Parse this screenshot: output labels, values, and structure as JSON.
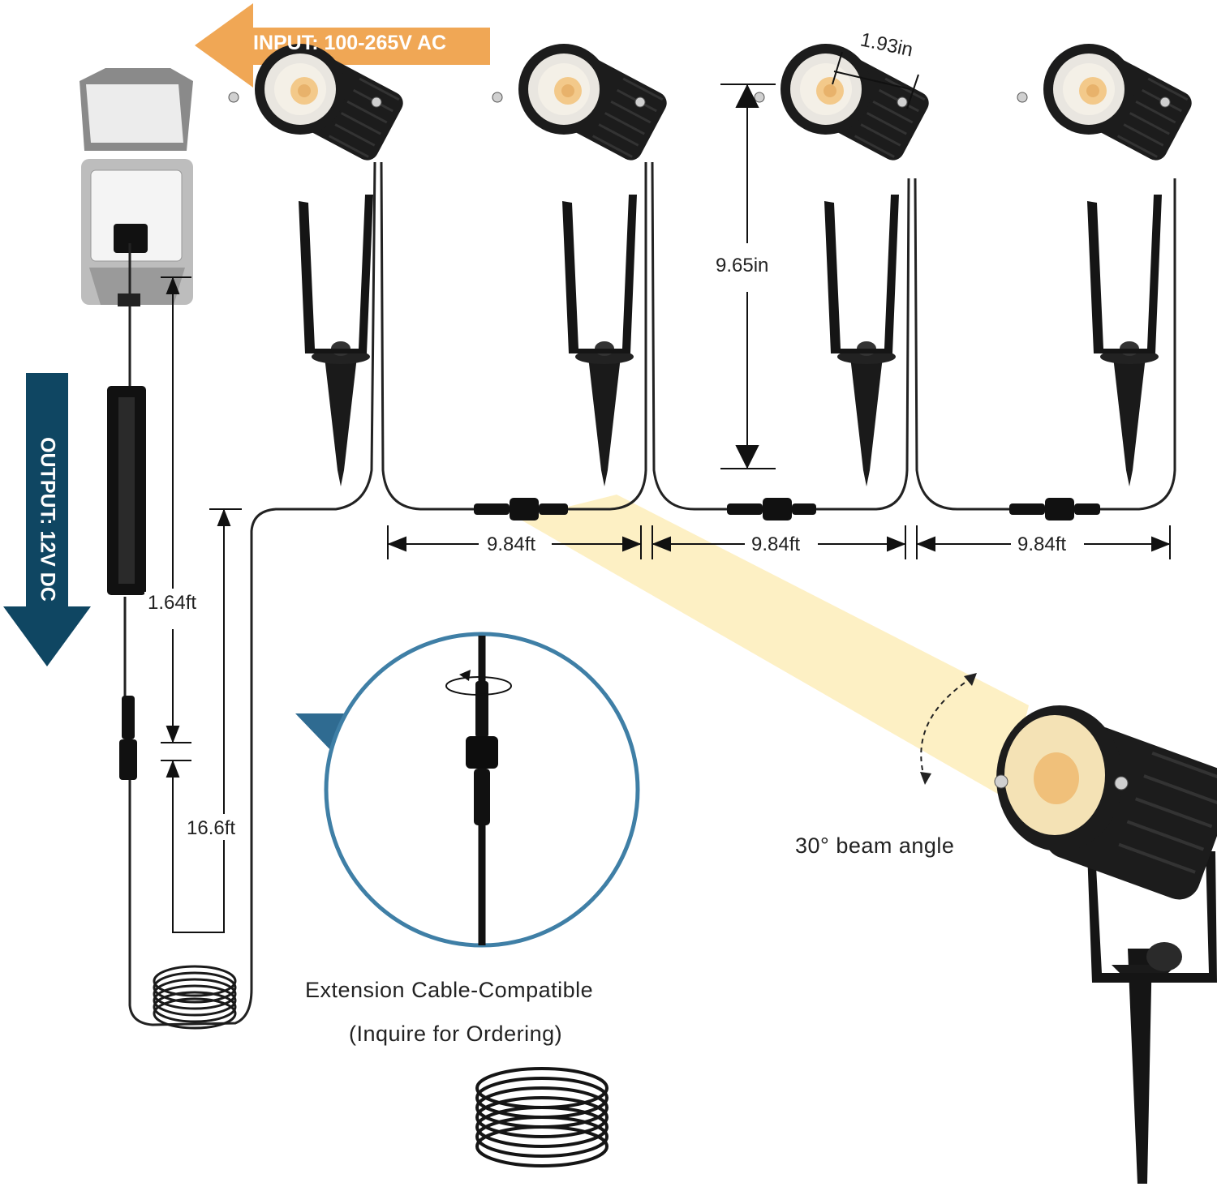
{
  "input_label": "INPUT: 100-265V AC",
  "output_label": "OUTPUT: 12V DC",
  "colors": {
    "input_arrow": "#F0A755",
    "output_arrow": "#0F4662",
    "beam": "#FCEBB0",
    "magnifier_ring": "#3F7FA6",
    "light_body": "#1A1A1A"
  },
  "dimensions": {
    "head_width": "1.93in",
    "light_height": "9.65in",
    "spacing_1": "9.84ft",
    "spacing_2": "9.84ft",
    "spacing_3": "9.84ft",
    "plug_to_adapter": "1.64ft",
    "lead_cable": "16.6ft"
  },
  "beam_angle": "30° beam angle",
  "extension_line1": "Extension Cable-Compatible",
  "extension_line2": "(Inquire for Ordering)",
  "icons": [
    "outlet-icon",
    "power-adapter-icon",
    "spotlight-icon",
    "connector-icon",
    "cable-coil-icon",
    "rotate-icon"
  ]
}
